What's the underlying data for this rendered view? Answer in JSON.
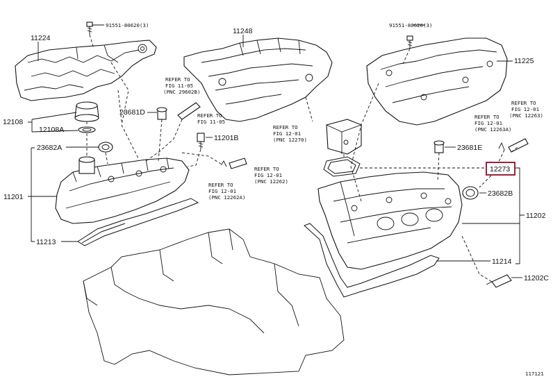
{
  "labels": {
    "p91551_left": "91551-80620(3)",
    "p91551_right": "91551-80620(3)",
    "p11224": "11224",
    "p11248": "11248",
    "p11225": "11225",
    "p12108": "12108",
    "p12108a": "12108A",
    "p23681d": "23681D",
    "p11201b": "11201B",
    "p23682a": "23682A",
    "p11201": "11201",
    "p11213": "11213",
    "p23681e": "23681E",
    "p12273": "12273",
    "p23682b": "23682B",
    "p11202": "11202",
    "p11214": "11214",
    "p11202c": "11202C",
    "fig_id": "117121"
  },
  "refs": {
    "ref1": [
      "REFER TO",
      "FIG 11-05",
      "(PNC 29602B)"
    ],
    "ref2": [
      "REFER TO",
      "FIG 11-05"
    ],
    "ref3": [
      "REFER TO",
      "FIG 12-01",
      "(PNC 12262)"
    ],
    "ref4": [
      "REFER TO",
      "FIG 12-01",
      "(PNC 12262A)"
    ],
    "ref5": [
      "REFER TO",
      "FIG 12-01",
      "(PNC 12270)"
    ],
    "ref6": [
      "REFER TO",
      "FIG 12-01",
      "(PNC 12263A)"
    ],
    "ref7": [
      "REFER TO",
      "FIG 12-01",
      "(PNC 12263)"
    ]
  },
  "colors": {
    "highlight": "#a0203a",
    "ink": "#111111"
  }
}
